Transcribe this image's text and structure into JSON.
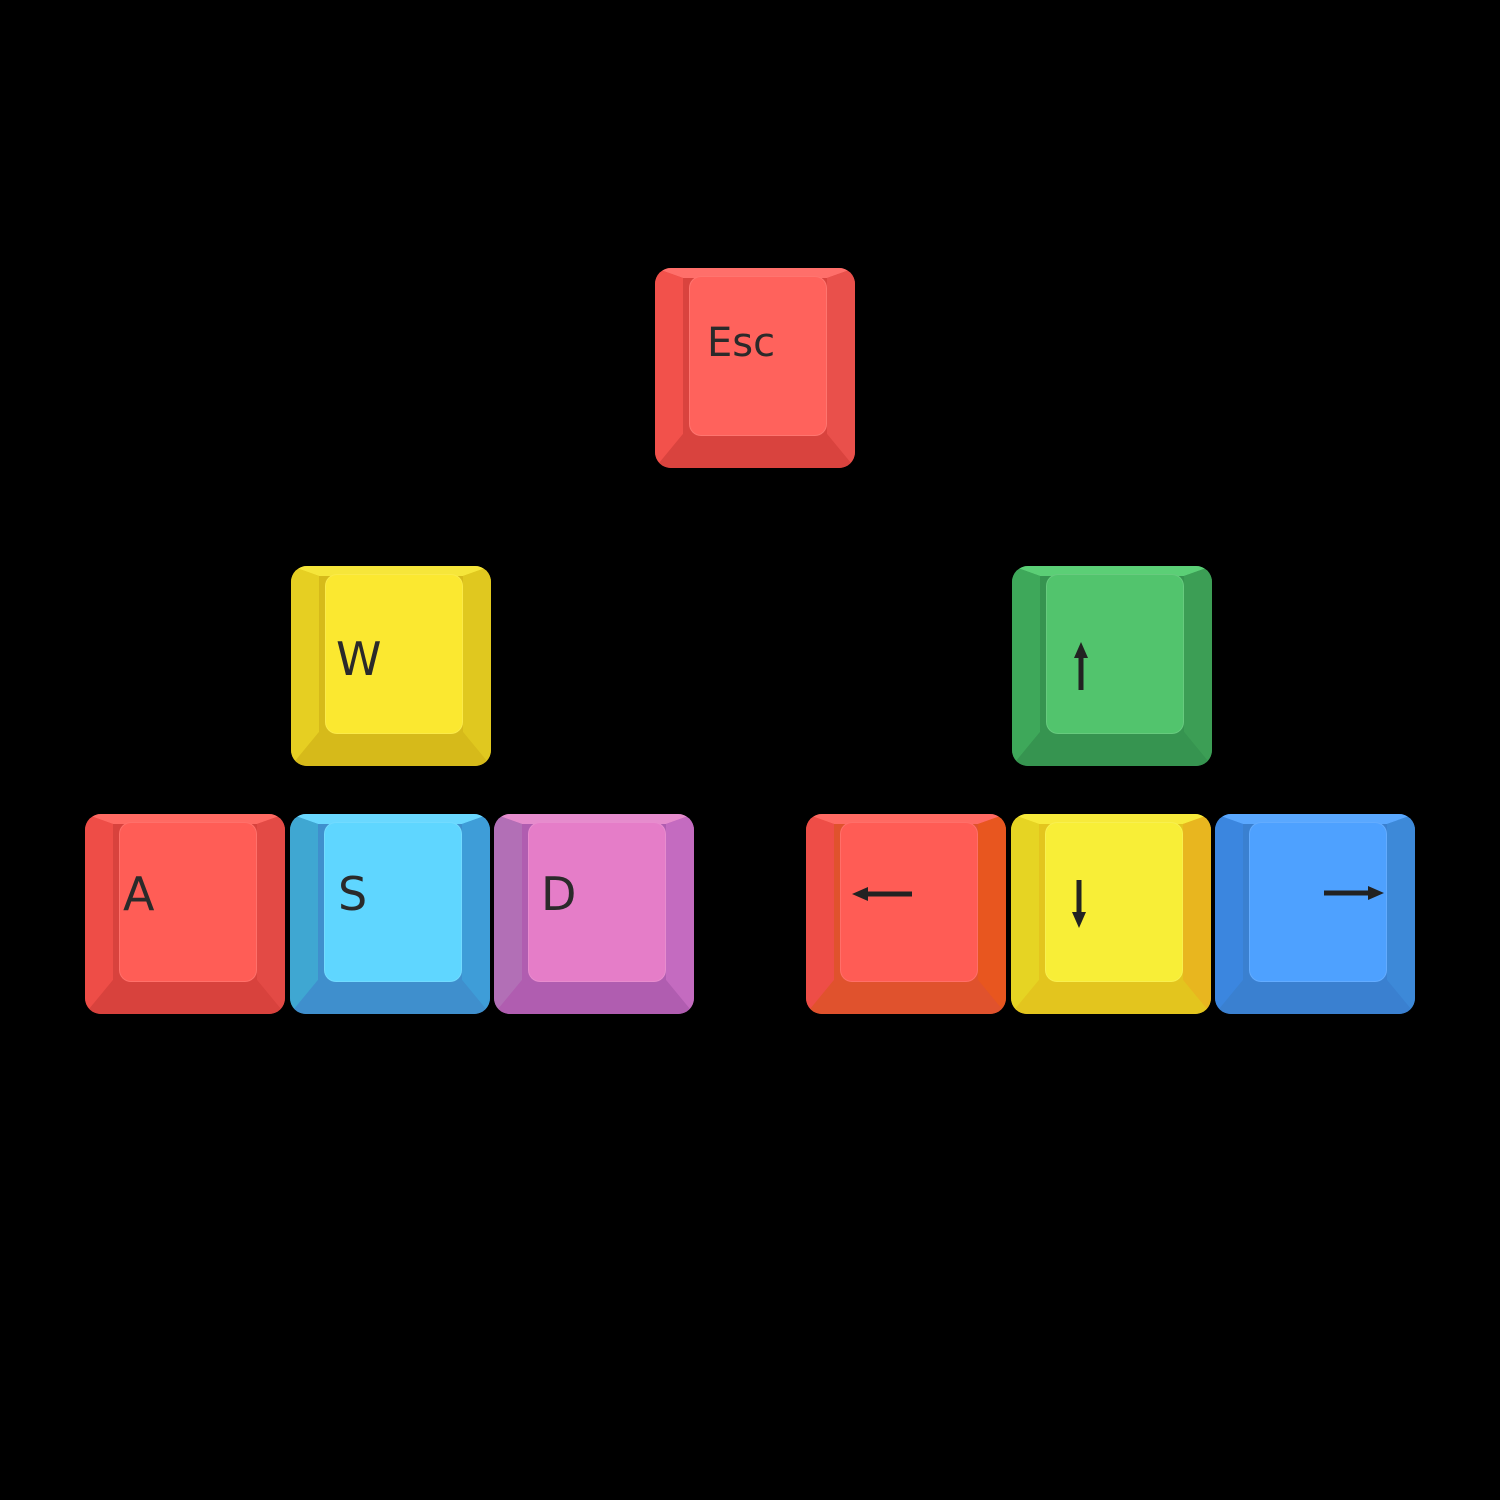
{
  "keys": {
    "esc": {
      "label": "Esc",
      "colors": {
        "face": "#ff625c",
        "top": "#ff6f6a",
        "left": "#f2514b",
        "right": "#e9504b",
        "bottom": "#d9433e"
      }
    },
    "w": {
      "label": "W",
      "colors": {
        "face": "#fbe830",
        "top": "#f6e63a",
        "left": "#e6cf22",
        "right": "#e0c81f",
        "bottom": "#d6ba1a"
      }
    },
    "a": {
      "label": "A",
      "colors": {
        "face": "#ff5d56",
        "top": "#ff6a63",
        "left": "#ee4d47",
        "right": "#e34a45",
        "bottom": "#d8423d"
      }
    },
    "s": {
      "label": "S",
      "colors": {
        "face": "#5fd6ff",
        "top": "#6ad8ff",
        "left": "#3fa7d2",
        "right": "#3e9dd8",
        "bottom": "#3f8fcd"
      }
    },
    "d": {
      "label": "D",
      "colors": {
        "face": "#e57dc8",
        "top": "#e68ccd",
        "left": "#b26fb6",
        "right": "#c46bc0",
        "bottom": "#b05db0"
      }
    },
    "up": {
      "icon": "arrow-up-icon",
      "colors": {
        "face": "#52c46d",
        "top": "#5bcf76",
        "left": "#3ea85a",
        "right": "#3c9e55",
        "bottom": "#369450"
      }
    },
    "left": {
      "icon": "arrow-left-icon",
      "colors": {
        "face": "#ff5c55",
        "top": "#ff6a63",
        "left": "#ee4d47",
        "right": "#e8561f",
        "bottom": "#e0522d"
      }
    },
    "down": {
      "icon": "arrow-down-icon",
      "colors": {
        "face": "#f8ee37",
        "top": "#f7ea3b",
        "left": "#e6d423",
        "right": "#e8b61f",
        "bottom": "#e3c51e"
      }
    },
    "right": {
      "icon": "arrow-right-icon",
      "colors": {
        "face": "#4ea1ff",
        "top": "#5aa8ff",
        "left": "#3b86df",
        "right": "#3d89d8",
        "bottom": "#3a80d0"
      }
    }
  },
  "legend_color": "#2a2a2a",
  "background": "#000000"
}
